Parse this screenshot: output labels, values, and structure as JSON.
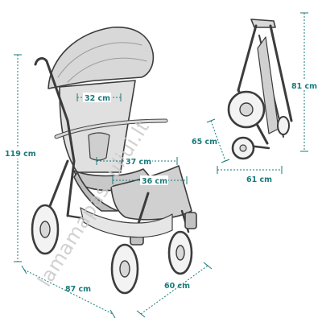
{
  "colors": {
    "dimension": "#1a7a7a",
    "stroller_outline": "#3c3c3c",
    "stroller_fill": "#d8d8d8",
    "stroller_shade": "#c2c2c2",
    "wheel": "#4a4a4a",
    "watermark": "#c9c9c9",
    "background": "#ffffff"
  },
  "dimensions": {
    "open_height": "119 cm",
    "open_length": "87 cm",
    "open_width": "60 cm",
    "backrest_width": "32 cm",
    "seat_width": "37 cm",
    "footrest_width": "36 cm",
    "folded_height": "81 cm",
    "folded_depth": "65 cm",
    "folded_width": "61 cm"
  },
  "watermark": {
    "text": "lamamapasauliui.lt"
  },
  "icons": {
    "open_stroller": "stroller-open-illustration",
    "folded_stroller": "stroller-folded-illustration"
  }
}
